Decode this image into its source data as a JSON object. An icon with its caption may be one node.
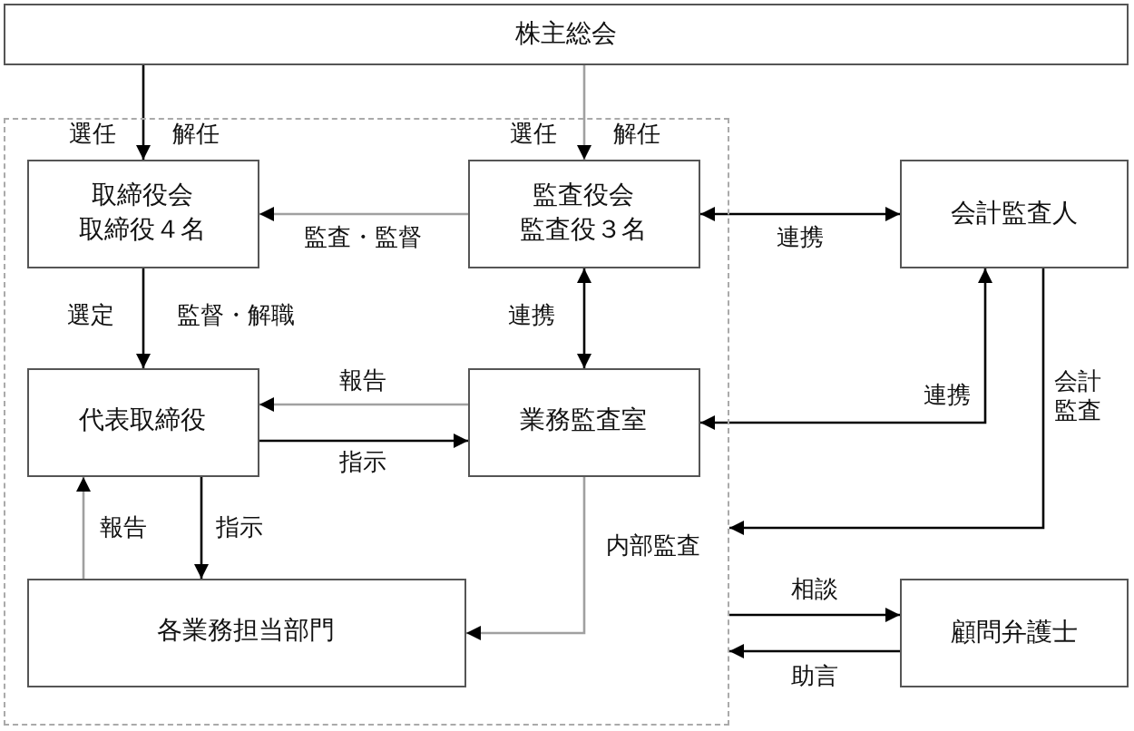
{
  "diagram": {
    "nodes": [
      {
        "text": [
          "株主総会"
        ]
      },
      {
        "text": [],
        "shape": "box"
      },
      {
        "text": [
          "取締役会",
          "取締役４名"
        ],
        "in": 1
      },
      {
        "text": [
          "監査役会",
          "監査役３名"
        ],
        "in": 1
      },
      {
        "text": [
          "会計監査人"
        ]
      },
      {
        "text": [
          "代表取締役"
        ],
        "in": 1
      },
      {
        "text": [
          "業務監査室"
        ],
        "in": 1
      },
      {
        "text": [
          "各業務担当部門"
        ],
        "in": 1
      },
      {
        "text": [
          "顧問弁護士"
        ]
      }
    ],
    "edges": [
      {
        "from": 0,
        "to": 2,
        "arrow": "to"
      },
      {
        "from": 0,
        "to": 3,
        "arrow": "to",
        "color": "#a0a0a0"
      },
      {
        "from": 3,
        "to": 2,
        "arrow": "to",
        "color": "#a0a0a0",
        "label": "監査・監督"
      },
      {
        "from": 3,
        "to": 4,
        "arrow": "both",
        "label": "連携"
      },
      {
        "from": 2,
        "to": 5,
        "arrow": "to"
      },
      {
        "from": 3,
        "to": 6,
        "arrow": "both",
        "label": "連携"
      },
      {
        "from": 6,
        "to": 5,
        "arrow": "to",
        "color": "#a0a0a0",
        "label": "報告"
      },
      {
        "from": 5,
        "to": 6,
        "arrow": "to",
        "label": "指示"
      },
      {
        "from": 6,
        "to": 4,
        "arrow": "both",
        "label": "連携"
      },
      {
        "from": 4,
        "to": 1,
        "arrow": "to",
        "label": "会計監査"
      },
      {
        "from": 5,
        "to": 7,
        "arrow": "to",
        "label": "指示"
      },
      {
        "from": 7,
        "to": 5,
        "arrow": "to",
        "color": "#a0a0a0",
        "label": "報告"
      },
      {
        "from": 6,
        "to": 7,
        "arrow": "to",
        "color": "#a0a0a0",
        "label": "内部監査"
      },
      {
        "from": 1,
        "to": 8,
        "arrow": "to",
        "label": "相談"
      },
      {
        "from": 8,
        "to": 1,
        "arrow": "to",
        "label": "助言"
      }
    ],
    "labels": [
      "選任",
      "解任",
      "選任",
      "解任",
      "選定",
      "監督・解職"
    ]
  }
}
